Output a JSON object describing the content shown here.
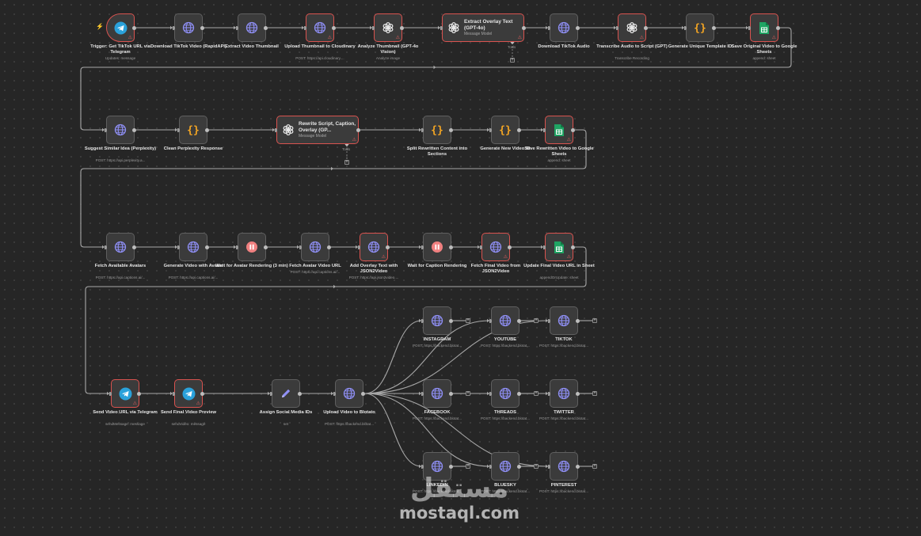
{
  "canvas": {
    "background": "#262626",
    "wire_color": "#a8a8a8",
    "error_border": "#d9534f",
    "icon_colors": {
      "globe": "#8f8ff5",
      "openai": "#e8e8e8",
      "code": "#f5a623",
      "sheets": "#1fa463",
      "telegram": "#2aa1da",
      "wait": "#f08080",
      "edit": "#8f8ff5"
    }
  },
  "nodes": [
    {
      "id": "trigger",
      "label": "Trigger: Get TikTok URL via Telegram",
      "sub": "Updates: message",
      "icon": "telegram-icon",
      "error": true
    },
    {
      "id": "download-tiktok-video",
      "label": "Download TikTok Video (RapidAPI)",
      "sub": "",
      "icon": "globe-icon",
      "error": false
    },
    {
      "id": "extract-video-thumbnail",
      "label": "Extract Video Thumbnail",
      "sub": "",
      "icon": "globe-icon",
      "error": false
    },
    {
      "id": "upload-thumbnail",
      "label": "Upload Thumbnail to Cloudinary",
      "sub": "POST: https://api.cloudinary....",
      "icon": "globe-icon",
      "error": true
    },
    {
      "id": "analyze-thumbnail",
      "label": "Analyze Thumbnail (GPT-4o Vision)",
      "sub": "Analyze image",
      "icon": "openai-icon",
      "error": true
    },
    {
      "id": "extract-overlay-text",
      "label": "Extract Overlay Text (GPT-4o)",
      "sub": "Message Model",
      "icon": "openai-icon",
      "error": true,
      "wide": true,
      "tool": "Tools"
    },
    {
      "id": "download-tiktok-audio",
      "label": "Download TikTok Audio",
      "sub": "",
      "icon": "globe-icon",
      "error": false
    },
    {
      "id": "transcribe-audio",
      "label": "Transcribe Audio to Script (GPT)",
      "sub": "Transcribe Recording",
      "icon": "openai-icon",
      "error": true
    },
    {
      "id": "generate-template-id",
      "label": "Generate Unique Template ID",
      "sub": "",
      "icon": "code-icon",
      "error": false
    },
    {
      "id": "save-original-video",
      "label": "Save Original Video to Google Sheets",
      "sub": "append: sheet",
      "icon": "sheets-icon",
      "error": true
    },
    {
      "id": "suggest-similar-idea",
      "label": "Suggest Similar Idea (Perplexity)",
      "sub": "POST: https://api.perplexity.a...",
      "icon": "globe-icon",
      "error": false
    },
    {
      "id": "clean-perplexity",
      "label": "Clean Perplexity Response",
      "sub": "",
      "icon": "code-icon",
      "error": false
    },
    {
      "id": "rewrite-script",
      "label": "Rewrite Script, Caption, Overlay (GP...",
      "sub": "Message Model",
      "icon": "openai-icon",
      "error": true,
      "wide": true,
      "tool": "Tools"
    },
    {
      "id": "split-rewritten",
      "label": "Split Rewritten Content into Sections",
      "sub": "",
      "icon": "code-icon",
      "error": false
    },
    {
      "id": "generate-new-video-id",
      "label": "Generate New Video ID",
      "sub": "",
      "icon": "code-icon",
      "error": false
    },
    {
      "id": "save-rewritten",
      "label": "Save Rewritten Video to Google Sheets",
      "sub": "append: sheet",
      "icon": "sheets-icon",
      "error": true
    },
    {
      "id": "fetch-avatars",
      "label": "Fetch Available Avatars",
      "sub": "POST: https://api.captions.ai/...",
      "icon": "globe-icon",
      "error": false
    },
    {
      "id": "generate-video-avatar",
      "label": "Generate Video with Avatar",
      "sub": "POST: https://api.captions.ai/...",
      "icon": "globe-icon",
      "error": false
    },
    {
      "id": "wait-avatar",
      "label": "Wait for Avatar Rendering (3 min)",
      "sub": "",
      "icon": "wait-icon",
      "error": false
    },
    {
      "id": "fetch-avatar-url",
      "label": "Fetch Avatar Video URL",
      "sub": "POST: https://api.captions.ai/...",
      "icon": "globe-icon",
      "error": false
    },
    {
      "id": "add-overlay-text",
      "label": "Add Overlay Text with JSON2Video",
      "sub": "POST: https://api.json2video....",
      "icon": "globe-icon",
      "error": true
    },
    {
      "id": "wait-caption",
      "label": "Wait for Caption Rendering",
      "sub": "",
      "icon": "wait-icon",
      "error": false
    },
    {
      "id": "fetch-final-video",
      "label": "Fetch Final Video from JSON2Video",
      "sub": "",
      "icon": "globe-icon",
      "error": true
    },
    {
      "id": "update-final-url",
      "label": "Update Final Video URL in Sheet",
      "sub": "appendOrUpdate: sheet",
      "icon": "sheets-icon",
      "error": true
    },
    {
      "id": "send-video-url",
      "label": "Send Video URL via Telegram",
      "sub": "sendMessage: message",
      "icon": "telegram-icon",
      "error": true
    },
    {
      "id": "send-final-preview",
      "label": "Send Final Video Preview",
      "sub": "sendVideo: message",
      "icon": "telegram-icon",
      "error": true
    },
    {
      "id": "assign-social-ids",
      "label": "Assign Social Media IDs",
      "sub": "set",
      "icon": "pencil-icon",
      "error": false
    },
    {
      "id": "upload-blotato",
      "label": "Upload Video to Blotato",
      "sub": "POST: https://backend.blotat...",
      "icon": "globe-icon",
      "error": false
    },
    {
      "id": "instagram",
      "label": "INSTAGRAM",
      "sub": "POST: https://backend.blotat...",
      "icon": "globe-icon",
      "error": false
    },
    {
      "id": "youtube",
      "label": "YOUTUBE",
      "sub": "POST: https://backend.blotat...",
      "icon": "globe-icon",
      "error": false
    },
    {
      "id": "tiktok",
      "label": "TIKTOK",
      "sub": "POST: https://backend.blotat...",
      "icon": "globe-icon",
      "error": false
    },
    {
      "id": "facebook",
      "label": "FACEBOOK",
      "sub": "POST: https://backend.blotat...",
      "icon": "globe-icon",
      "error": false
    },
    {
      "id": "threads",
      "label": "THREADS",
      "sub": "POST: https://backend.blotat...",
      "icon": "globe-icon",
      "error": false
    },
    {
      "id": "twitter",
      "label": "TWITTER",
      "sub": "POST: https://backend.blotat...",
      "icon": "globe-icon",
      "error": false
    },
    {
      "id": "linkedin",
      "label": "LINKEDIN",
      "sub": "POST: https://backend.blotat...",
      "icon": "globe-icon",
      "error": false
    },
    {
      "id": "bluesky",
      "label": "BLUESKY",
      "sub": "POST: https://backend.blotat...",
      "icon": "globe-icon",
      "error": false
    },
    {
      "id": "pinterest",
      "label": "PINTEREST",
      "sub": "POST: https://backend.blotat...",
      "icon": "globe-icon",
      "error": false
    }
  ],
  "watermark": {
    "arabic": "مستقل",
    "latin": "mostaql.com"
  }
}
